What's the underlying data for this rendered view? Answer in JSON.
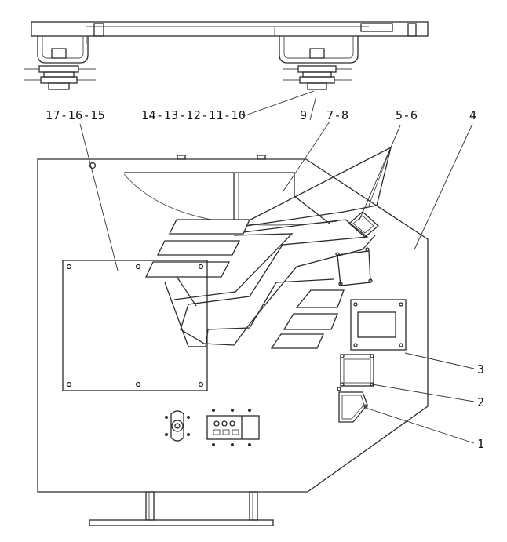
{
  "callouts": {
    "c_17_16_15": "17-16-15",
    "c_14_10": "14-13-12-11-10",
    "c_9": "9",
    "c_7_8": "7-8",
    "c_5_6": "5-6",
    "c_4": "4",
    "c_3": "3",
    "c_2": "2",
    "c_1": "1"
  },
  "colors": {
    "line": "#2b2b2b",
    "background": "#ffffff"
  }
}
